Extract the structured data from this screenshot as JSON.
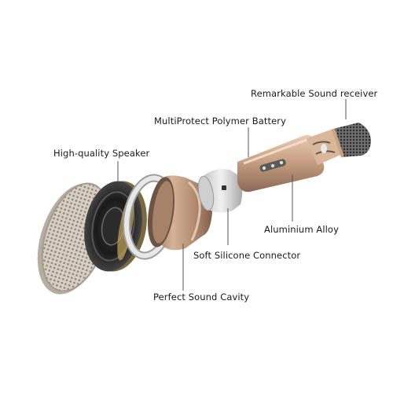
{
  "diagram": {
    "labels": {
      "sound_receiver": "Remarkable Sound receiver",
      "battery": "MultiProtect Polymer Battery",
      "speaker": "High-quality Speaker",
      "alloy": "Aluminium Alloy",
      "connector": "Soft Silicone Connector",
      "cavity": "Perfect Sound Cavity"
    },
    "colors": {
      "rose_gold": "#c9a183",
      "rose_gold_dark": "#8a6a55",
      "silver": "#e2e2e2",
      "mesh": "#cfc6bb",
      "speaker_black": "#1c1c1c",
      "leader_line": "#555555"
    }
  }
}
